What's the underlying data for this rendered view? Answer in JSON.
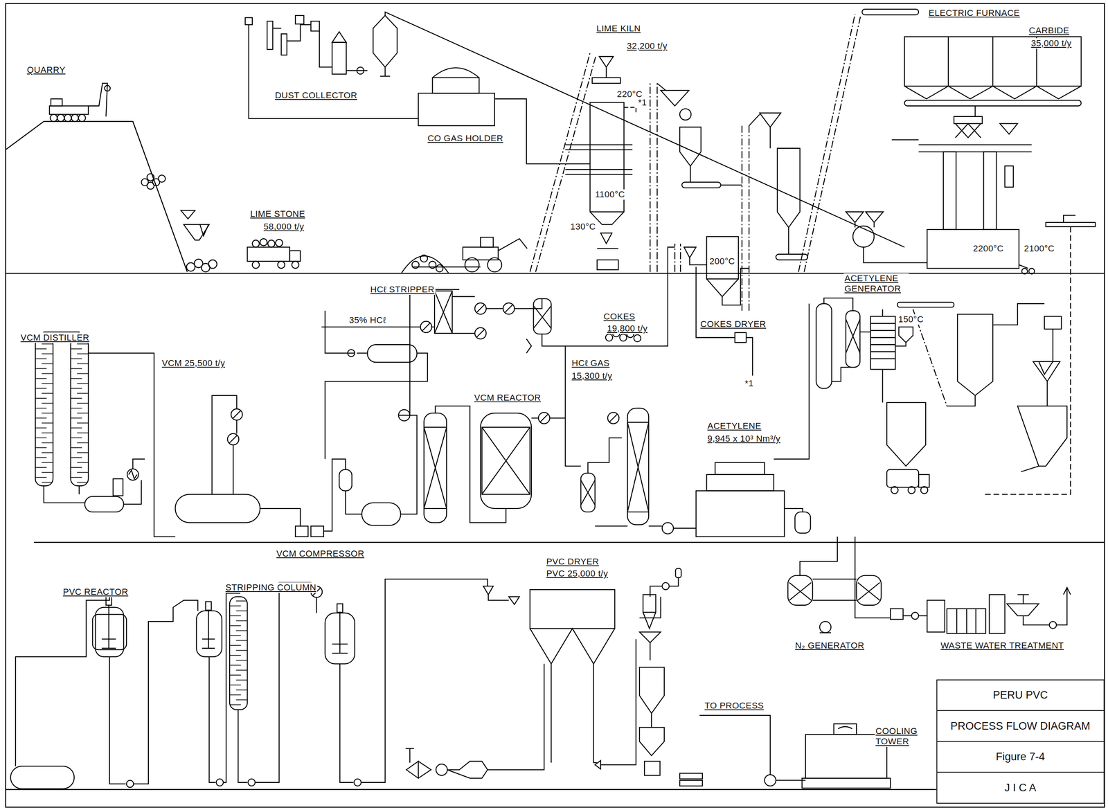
{
  "diagram": {
    "nodes": [
      {
        "text": [
          "PERU PVC",
          "PROCESS FLOW DIAGRAM",
          "Figure 7-4",
          "J I C A"
        ]
      }
    ],
    "labels": [
      "QUARRY",
      "DUST COLLECTOR",
      "CO GAS HOLDER",
      "LIME KILN",
      "32,200 t/y",
      "220°C",
      "*1",
      "1100°C",
      "130°C",
      "ELECTRIC FURNACE",
      "CARBIDE",
      "35,000 t/y",
      "LIME STONE",
      "58,000 t/y",
      "2200°C",
      "2100°C",
      "200°C",
      "HCℓ STRIPPER",
      "35% HCℓ",
      "COKES",
      "19,800 t/y",
      "COKES DRYER",
      "*1",
      "ACETYLENE GENERATOR",
      "150°C",
      "VCM DISTILLER",
      "VCM 25,500 t/y",
      "VCM REACTOR",
      "HCℓ GAS",
      "15,300 t/y",
      "ACETYLENE",
      "9,945 x 10³ Nm³/y",
      "VCM COMPRESSOR",
      "PVC REACTOR",
      "STRIPPING COLUMN",
      "PVC DRYER",
      "PVC 25,000 t/y",
      "N₂ GENERATOR",
      "WASTE WATER TREATMENT",
      "TO PROCESS",
      "COOLING TOWER"
    ]
  }
}
